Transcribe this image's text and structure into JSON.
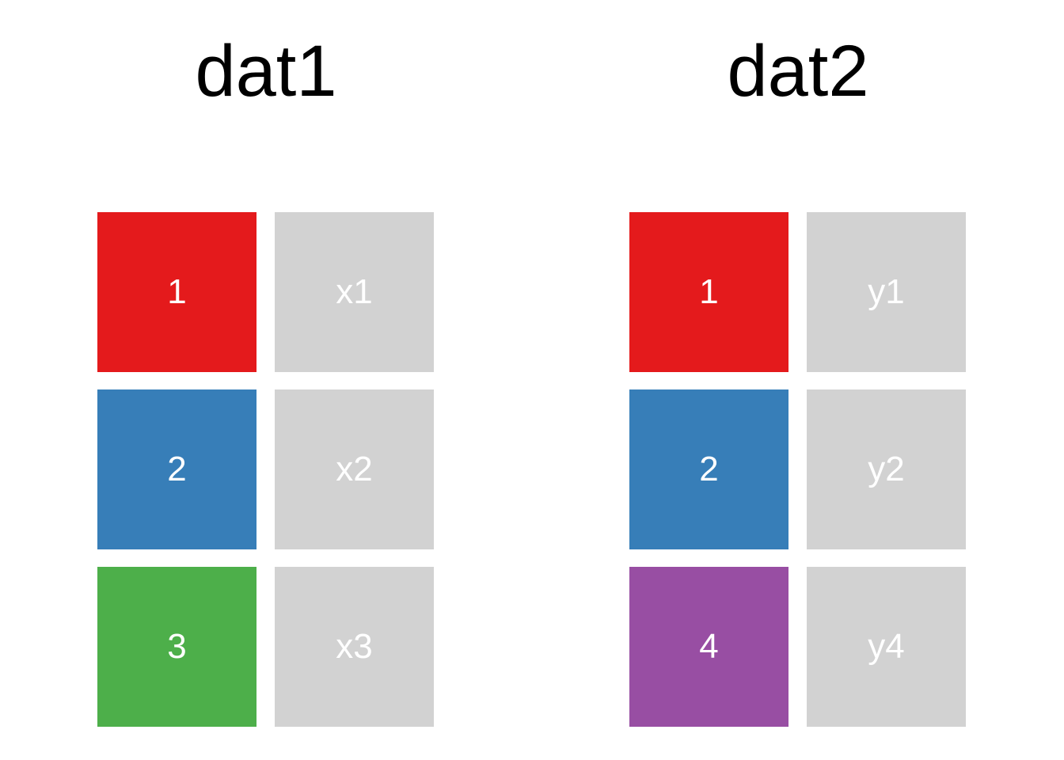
{
  "tables": [
    {
      "title": "dat1",
      "rows": [
        {
          "key": "1",
          "value": "x1",
          "key_color": "#e41a1c"
        },
        {
          "key": "2",
          "value": "x2",
          "key_color": "#377eb8"
        },
        {
          "key": "3",
          "value": "x3",
          "key_color": "#4daf4a"
        }
      ]
    },
    {
      "title": "dat2",
      "rows": [
        {
          "key": "1",
          "value": "y1",
          "key_color": "#e41a1c"
        },
        {
          "key": "2",
          "value": "y2",
          "key_color": "#377eb8"
        },
        {
          "key": "4",
          "value": "y4",
          "key_color": "#984ea3"
        }
      ]
    }
  ],
  "value_cell_color": "#d2d2d2",
  "cell_text_color": "#ffffff"
}
